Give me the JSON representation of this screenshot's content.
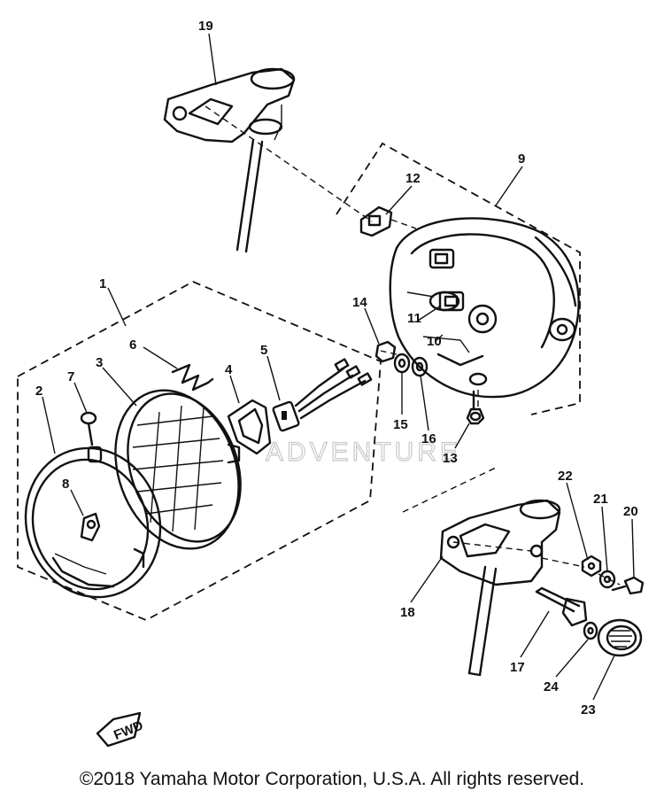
{
  "diagram": {
    "watermark": "ADVENTURE",
    "fwd_mark": "FWD",
    "parts": [
      {
        "id": "p1",
        "label": "1"
      },
      {
        "id": "p2",
        "label": "2"
      },
      {
        "id": "p3",
        "label": "3"
      },
      {
        "id": "p4",
        "label": "4"
      },
      {
        "id": "p5",
        "label": "5"
      },
      {
        "id": "p6",
        "label": "6"
      },
      {
        "id": "p7",
        "label": "7"
      },
      {
        "id": "p8",
        "label": "8"
      },
      {
        "id": "p9",
        "label": "9"
      },
      {
        "id": "p10",
        "label": "10"
      },
      {
        "id": "p11",
        "label": "11"
      },
      {
        "id": "p12",
        "label": "12"
      },
      {
        "id": "p13",
        "label": "13"
      },
      {
        "id": "p14",
        "label": "14"
      },
      {
        "id": "p15",
        "label": "15"
      },
      {
        "id": "p16",
        "label": "16"
      },
      {
        "id": "p17",
        "label": "17"
      },
      {
        "id": "p18",
        "label": "18"
      },
      {
        "id": "p19",
        "label": "19"
      },
      {
        "id": "p20",
        "label": "20"
      },
      {
        "id": "p21",
        "label": "21"
      },
      {
        "id": "p22",
        "label": "22"
      },
      {
        "id": "p23",
        "label": "23"
      },
      {
        "id": "p24",
        "label": "24"
      }
    ]
  },
  "footer": {
    "copyright": "©2018 Yamaha Motor Corporation, U.S.A. All rights reserved."
  }
}
